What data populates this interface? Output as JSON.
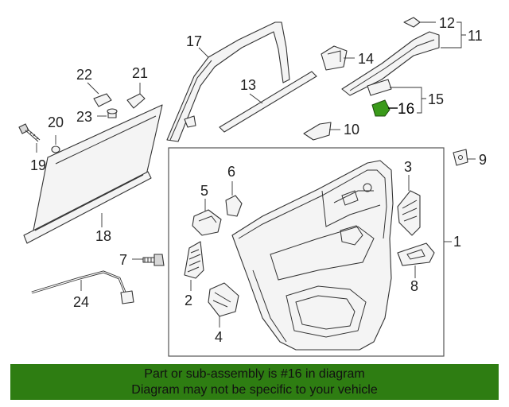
{
  "colors": {
    "banner": "#2e7d12",
    "highlight_part": "#3a9a1a",
    "line": "#333333"
  },
  "callouts": {
    "c1": "1",
    "c2": "2",
    "c3": "3",
    "c4": "4",
    "c5": "5",
    "c6": "6",
    "c7": "7",
    "c8": "8",
    "c9": "9",
    "c10": "10",
    "c11": "11",
    "c12": "12",
    "c13": "13",
    "c14": "14",
    "c15": "15",
    "c16": "16",
    "c17": "17",
    "c18": "18",
    "c19": "19",
    "c20": "20",
    "c21": "21",
    "c22": "22",
    "c23": "23",
    "c24": "24"
  },
  "banner": {
    "line1": "Part or sub-assembly is #16 in diagram",
    "line2": "Diagram may not be specific to your vehicle"
  }
}
